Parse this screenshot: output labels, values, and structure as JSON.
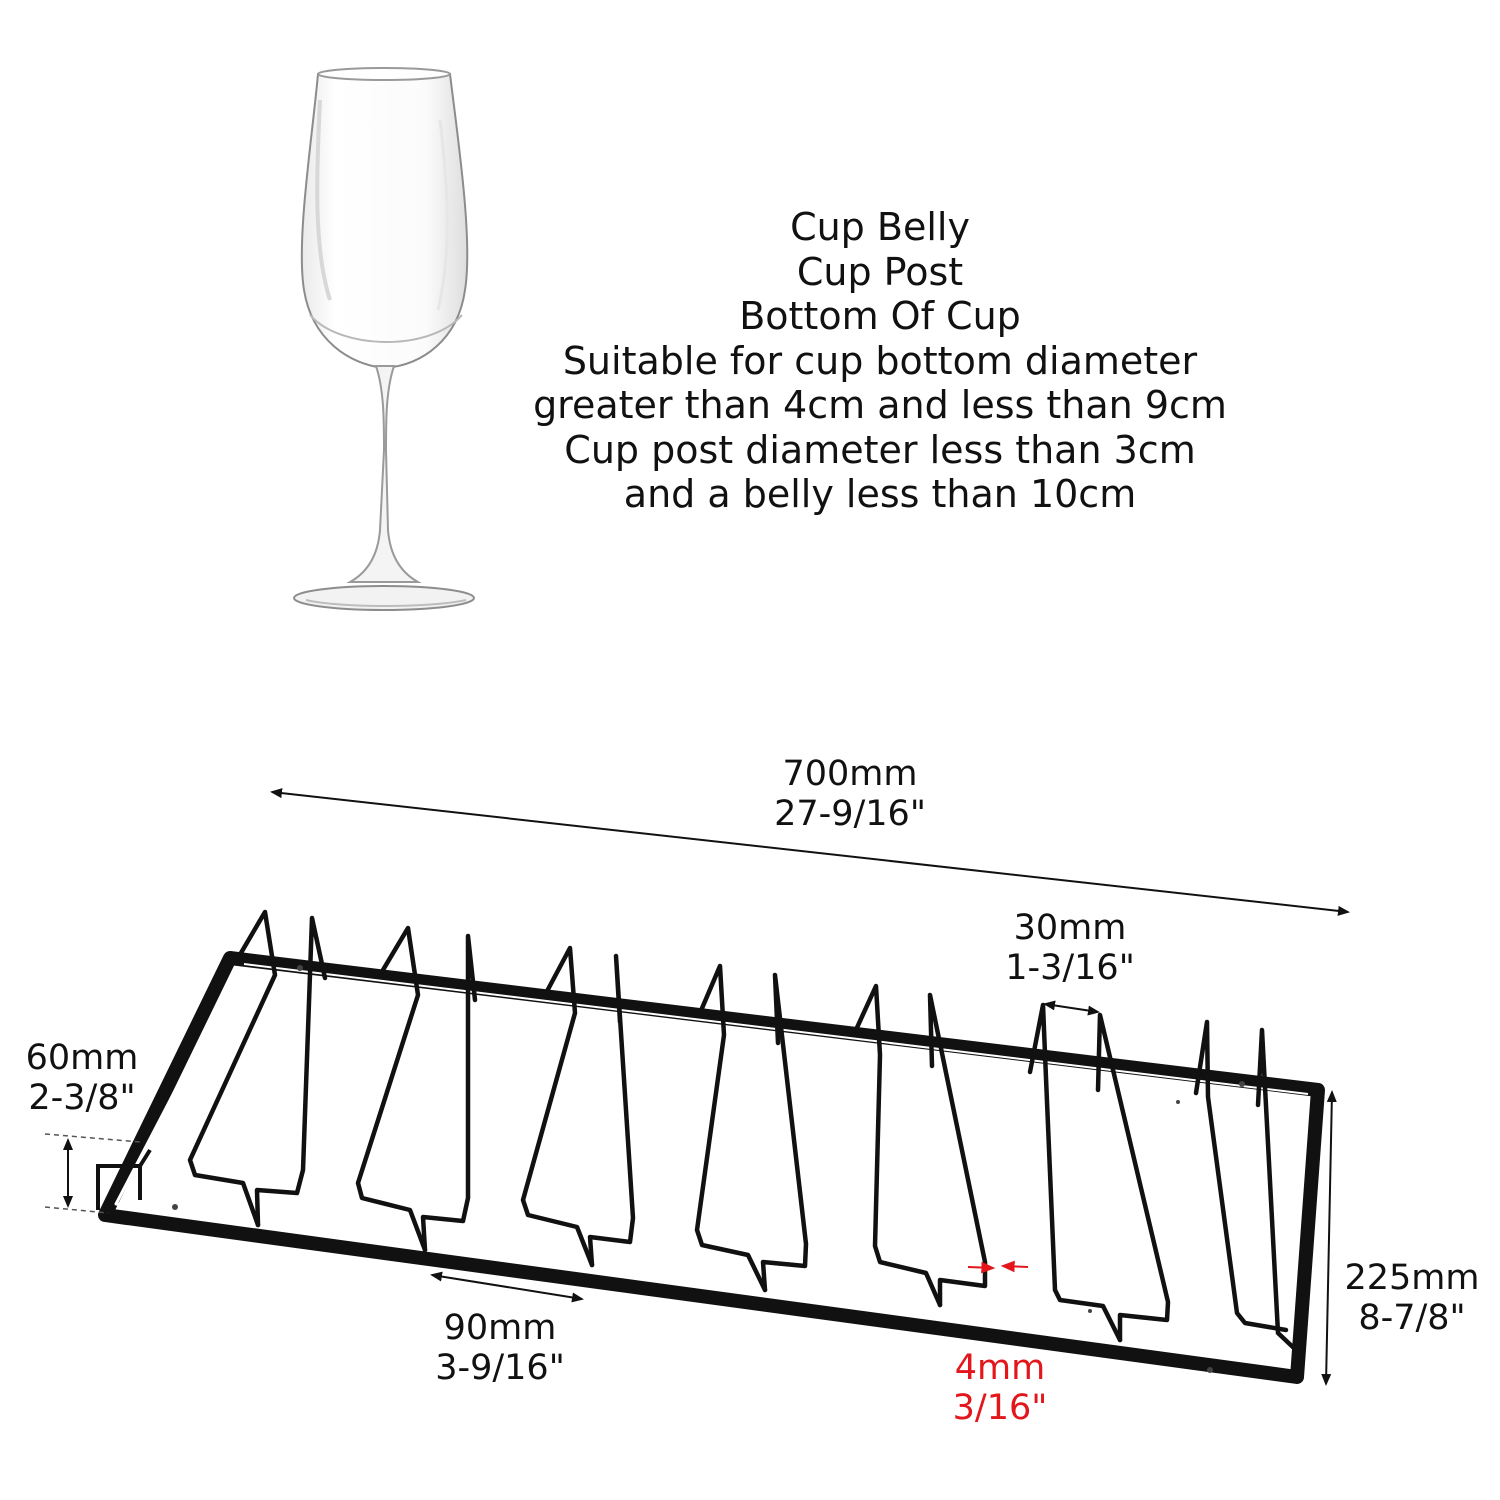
{
  "description": {
    "lines": [
      "Cup Belly",
      "Cup Post",
      "Bottom Of Cup",
      "Suitable for cup bottom diameter",
      "greater than 4cm and less than 9cm",
      "Cup post diameter less than 3cm",
      "and a belly less than 10cm"
    ]
  },
  "dimensions": {
    "length": {
      "mm": "700mm",
      "inch": "27-9/16\""
    },
    "slot_gap": {
      "mm": "30mm",
      "inch": "1-3/16\""
    },
    "height": {
      "mm": "60mm",
      "inch": "2-3/8\""
    },
    "slot_pitch": {
      "mm": "90mm",
      "inch": "3-9/16\""
    },
    "wire": {
      "mm": "4mm",
      "inch": "3/16\""
    },
    "depth": {
      "mm": "225mm",
      "inch": "8-7/8\""
    }
  },
  "colors": {
    "frame": "#111111",
    "highlight": "#e3161b",
    "glass_outline": "#9a9a9a"
  }
}
